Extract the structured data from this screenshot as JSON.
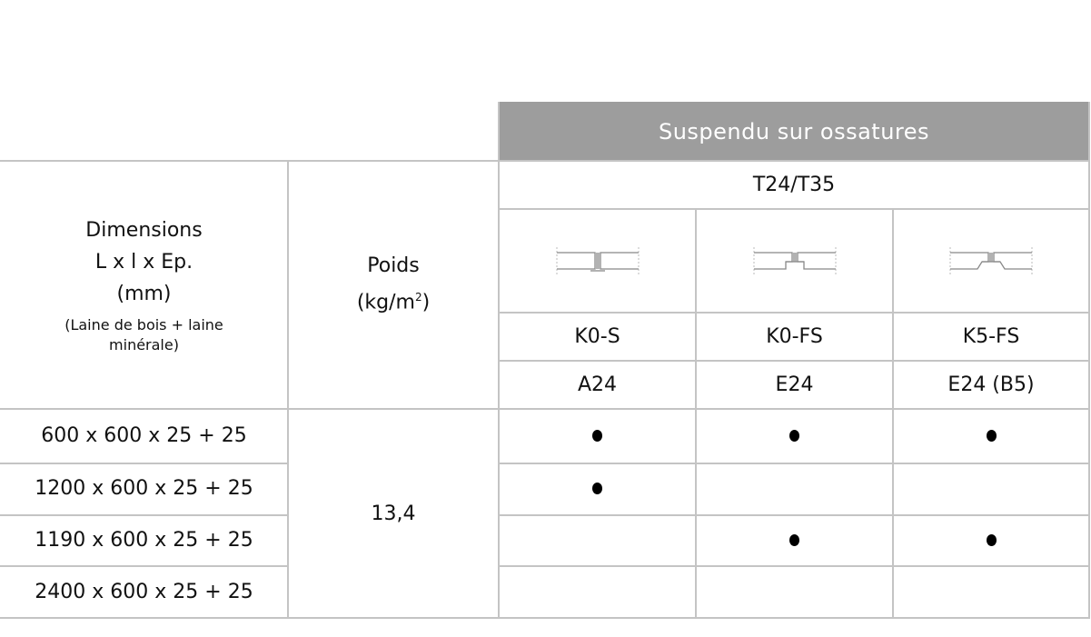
{
  "table": {
    "banner": "Suspendu sur ossatures",
    "grid_type": "T24/T35",
    "dimensions_header": {
      "line1": "Dimensions",
      "line2": "L x l x Ep.",
      "line3": "(mm)",
      "note": "(Laine de bois + laine minérale)"
    },
    "weight_header": {
      "line1": "Poids",
      "unit_prefix": "(kg/m",
      "unit_sup": "2",
      "unit_suffix": ")"
    },
    "edge_columns": [
      {
        "icon": "edge-profile-k0-s-icon",
        "code": "K0-S",
        "label": "A24"
      },
      {
        "icon": "edge-profile-k0-fs-icon",
        "code": "K0-FS",
        "label": "E24"
      },
      {
        "icon": "edge-profile-k5-fs-icon",
        "code": "K5-FS",
        "label": "E24 (B5)"
      }
    ],
    "weight_value": "13,4",
    "rows": [
      {
        "dimension": "600 x 600 x 25 + 25",
        "available": [
          true,
          true,
          true
        ]
      },
      {
        "dimension": "1200 x 600 x 25 + 25",
        "available": [
          true,
          false,
          false
        ]
      },
      {
        "dimension": "1190 x 600 x 25 + 25",
        "available": [
          false,
          true,
          true
        ]
      },
      {
        "dimension": "2400 x 600 x 25 + 25",
        "available": [
          false,
          false,
          false
        ]
      }
    ],
    "colors": {
      "banner_bg": "#9d9d9d",
      "banner_text": "#ffffff",
      "grid_line": "#c4c4c4",
      "text": "#111111"
    }
  }
}
